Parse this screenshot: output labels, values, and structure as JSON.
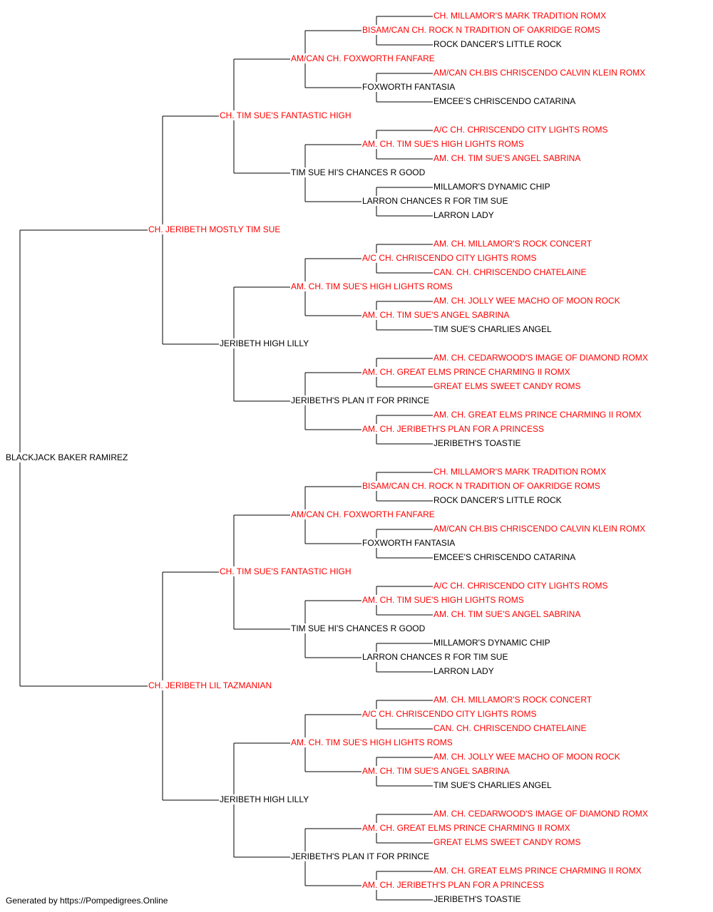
{
  "colors": {
    "champion": "#ff0000",
    "default": "#000000",
    "line": "#000000"
  },
  "pedigree": {
    "name": "BLACKJACK BAKER RAMIREZ",
    "champion": false,
    "sire": {
      "name": "CH. JERIBETH MOSTLY TIM SUE",
      "champion": true,
      "sire": {
        "name": "CH. TIM SUE'S FANTASTIC HIGH",
        "champion": true,
        "sire": {
          "name": "AM/CAN CH. FOXWORTH FANFARE",
          "champion": true,
          "sire": {
            "name": "BISAM/CAN CH. ROCK N TRADITION OF OAKRIDGE ROMS",
            "champion": true,
            "sire": {
              "name": "CH. MILLAMOR'S MARK TRADITION ROMX",
              "champion": true
            },
            "dam": {
              "name": "ROCK DANCER'S LITTLE ROCK",
              "champion": false
            }
          },
          "dam": {
            "name": "FOXWORTH FANTASIA",
            "champion": false,
            "sire": {
              "name": "AM/CAN CH.BIS CHRISCENDO CALVIN KLEIN ROMX",
              "champion": true
            },
            "dam": {
              "name": "EMCEE'S CHRISCENDO CATARINA",
              "champion": false
            }
          }
        },
        "dam": {
          "name": "TIM SUE HI'S CHANCES R GOOD",
          "champion": false,
          "sire": {
            "name": "AM. CH. TIM SUE'S HIGH LIGHTS ROMS",
            "champion": true,
            "sire": {
              "name": "A/C CH. CHRISCENDO CITY LIGHTS ROMS",
              "champion": true
            },
            "dam": {
              "name": "AM. CH. TIM SUE'S ANGEL SABRINA",
              "champion": true
            }
          },
          "dam": {
            "name": "LARRON CHANCES R FOR TIM SUE",
            "champion": false,
            "sire": {
              "name": "MILLAMOR'S DYNAMIC CHIP",
              "champion": false
            },
            "dam": {
              "name": "LARRON LADY",
              "champion": false
            }
          }
        }
      },
      "dam": {
        "name": "JERIBETH HIGH LILLY",
        "champion": false,
        "sire": {
          "name": "AM. CH. TIM SUE'S HIGH LIGHTS ROMS",
          "champion": true,
          "sire": {
            "name": "A/C CH. CHRISCENDO CITY LIGHTS ROMS",
            "champion": true,
            "sire": {
              "name": "AM. CH. MILLAMOR'S ROCK CONCERT",
              "champion": true
            },
            "dam": {
              "name": "CAN. CH. CHRISCENDO CHATELAINE",
              "champion": true
            }
          },
          "dam": {
            "name": "AM. CH. TIM SUE'S ANGEL SABRINA",
            "champion": true,
            "sire": {
              "name": "AM. CH. JOLLY WEE MACHO OF MOON ROCK",
              "champion": true
            },
            "dam": {
              "name": "TIM SUE'S CHARLIES ANGEL",
              "champion": false
            }
          }
        },
        "dam": {
          "name": "JERIBETH'S PLAN IT FOR PRINCE",
          "champion": false,
          "sire": {
            "name": "AM. CH. GREAT ELMS PRINCE CHARMING II ROMX",
            "champion": true,
            "sire": {
              "name": "AM. CH. CEDARWOOD'S IMAGE OF DIAMOND ROMX",
              "champion": true
            },
            "dam": {
              "name": "GREAT ELMS SWEET CANDY ROMS",
              "champion": true
            }
          },
          "dam": {
            "name": "AM. CH. JERIBETH'S PLAN FOR A PRINCESS",
            "champion": true,
            "sire": {
              "name": "AM. CH. GREAT ELMS PRINCE CHARMING II ROMX",
              "champion": true
            },
            "dam": {
              "name": "JERIBETH'S TOASTIE",
              "champion": false
            }
          }
        }
      }
    },
    "dam": {
      "name": "CH. JERIBETH LIL TAZMANIAN",
      "champion": true,
      "sire": {
        "name": "CH. TIM SUE'S FANTASTIC HIGH",
        "champion": true,
        "sire": {
          "name": "AM/CAN CH. FOXWORTH FANFARE",
          "champion": true,
          "sire": {
            "name": "BISAM/CAN CH. ROCK N TRADITION OF OAKRIDGE ROMS",
            "champion": true,
            "sire": {
              "name": "CH. MILLAMOR'S MARK TRADITION ROMX",
              "champion": true
            },
            "dam": {
              "name": "ROCK DANCER'S LITTLE ROCK",
              "champion": false
            }
          },
          "dam": {
            "name": "FOXWORTH FANTASIA",
            "champion": false,
            "sire": {
              "name": "AM/CAN CH.BIS CHRISCENDO CALVIN KLEIN ROMX",
              "champion": true
            },
            "dam": {
              "name": "EMCEE'S CHRISCENDO CATARINA",
              "champion": false
            }
          }
        },
        "dam": {
          "name": "TIM SUE HI'S CHANCES R GOOD",
          "champion": false,
          "sire": {
            "name": "AM. CH. TIM SUE'S HIGH LIGHTS ROMS",
            "champion": true,
            "sire": {
              "name": "A/C CH. CHRISCENDO CITY LIGHTS ROMS",
              "champion": true
            },
            "dam": {
              "name": "AM. CH. TIM SUE'S ANGEL SABRINA",
              "champion": true
            }
          },
          "dam": {
            "name": "LARRON CHANCES R FOR TIM SUE",
            "champion": false,
            "sire": {
              "name": "MILLAMOR'S DYNAMIC CHIP",
              "champion": false
            },
            "dam": {
              "name": "LARRON LADY",
              "champion": false
            }
          }
        }
      },
      "dam": {
        "name": "JERIBETH HIGH LILLY",
        "champion": false,
        "sire": {
          "name": "AM. CH. TIM SUE'S HIGH LIGHTS ROMS",
          "champion": true,
          "sire": {
            "name": "A/C CH. CHRISCENDO CITY LIGHTS ROMS",
            "champion": true,
            "sire": {
              "name": "AM. CH. MILLAMOR'S ROCK CONCERT",
              "champion": true
            },
            "dam": {
              "name": "CAN. CH. CHRISCENDO CHATELAINE",
              "champion": true
            }
          },
          "dam": {
            "name": "AM. CH. TIM SUE'S ANGEL SABRINA",
            "champion": true,
            "sire": {
              "name": "AM. CH. JOLLY WEE MACHO OF MOON ROCK",
              "champion": true
            },
            "dam": {
              "name": "TIM SUE'S CHARLIES ANGEL",
              "champion": false
            }
          }
        },
        "dam": {
          "name": "JERIBETH'S PLAN IT FOR PRINCE",
          "champion": false,
          "sire": {
            "name": "AM. CH. GREAT ELMS PRINCE CHARMING II ROMX",
            "champion": true,
            "sire": {
              "name": "AM. CH. CEDARWOOD'S IMAGE OF DIAMOND ROMX",
              "champion": true
            },
            "dam": {
              "name": "GREAT ELMS SWEET CANDY ROMS",
              "champion": true
            }
          },
          "dam": {
            "name": "AM. CH. JERIBETH'S PLAN FOR A PRINCESS",
            "champion": true,
            "sire": {
              "name": "AM. CH. GREAT ELMS PRINCE CHARMING II ROMX",
              "champion": true
            },
            "dam": {
              "name": "JERIBETH'S TOASTIE",
              "champion": false
            }
          }
        }
      }
    }
  },
  "footer": {
    "text": "Generated by https://Pompedigrees.Online"
  }
}
